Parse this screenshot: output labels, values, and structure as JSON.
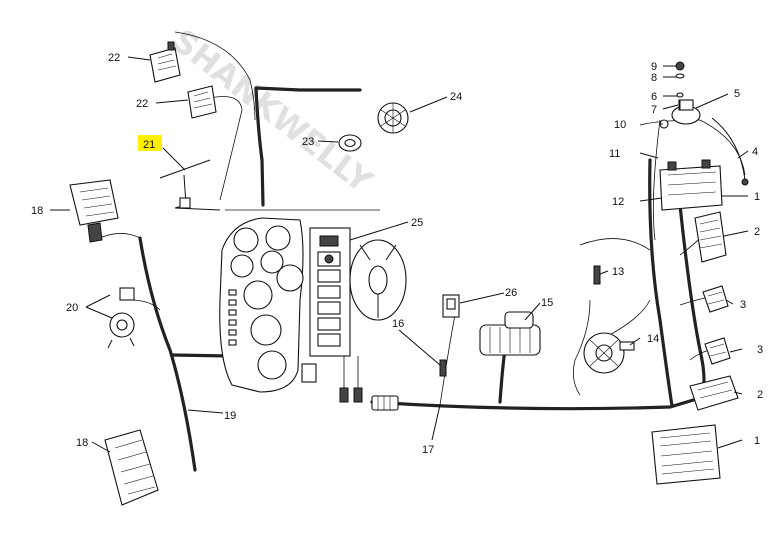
{
  "callouts": [
    {
      "id": "c22a",
      "label": "22"
    },
    {
      "id": "c22b",
      "label": "22"
    },
    {
      "id": "c24",
      "label": "24"
    },
    {
      "id": "c23",
      "label": "23"
    },
    {
      "id": "c21",
      "label": "21",
      "highlighted": true
    },
    {
      "id": "c18a",
      "label": "18"
    },
    {
      "id": "c25",
      "label": "25"
    },
    {
      "id": "c20",
      "label": "20"
    },
    {
      "id": "c26",
      "label": "26"
    },
    {
      "id": "c15",
      "label": "15"
    },
    {
      "id": "c16",
      "label": "16"
    },
    {
      "id": "c19",
      "label": "19"
    },
    {
      "id": "c18b",
      "label": "18"
    },
    {
      "id": "c17",
      "label": "17"
    },
    {
      "id": "c9",
      "label": "9"
    },
    {
      "id": "c8",
      "label": "8"
    },
    {
      "id": "c6",
      "label": "6"
    },
    {
      "id": "c7",
      "label": "7"
    },
    {
      "id": "c5",
      "label": "5"
    },
    {
      "id": "c10",
      "label": "10"
    },
    {
      "id": "c11",
      "label": "11"
    },
    {
      "id": "c4",
      "label": "4"
    },
    {
      "id": "c12",
      "label": "12"
    },
    {
      "id": "c1a",
      "label": "1"
    },
    {
      "id": "c2a",
      "label": "2"
    },
    {
      "id": "c13",
      "label": "13"
    },
    {
      "id": "c3a",
      "label": "3"
    },
    {
      "id": "c14",
      "label": "14"
    },
    {
      "id": "c3b",
      "label": "3"
    },
    {
      "id": "c2b",
      "label": "2"
    },
    {
      "id": "c1b",
      "label": "1"
    }
  ],
  "highlight_color": "#ffef00",
  "watermark": {
    "text": "SHANKWELLY",
    "color": "#c8c8c8"
  }
}
